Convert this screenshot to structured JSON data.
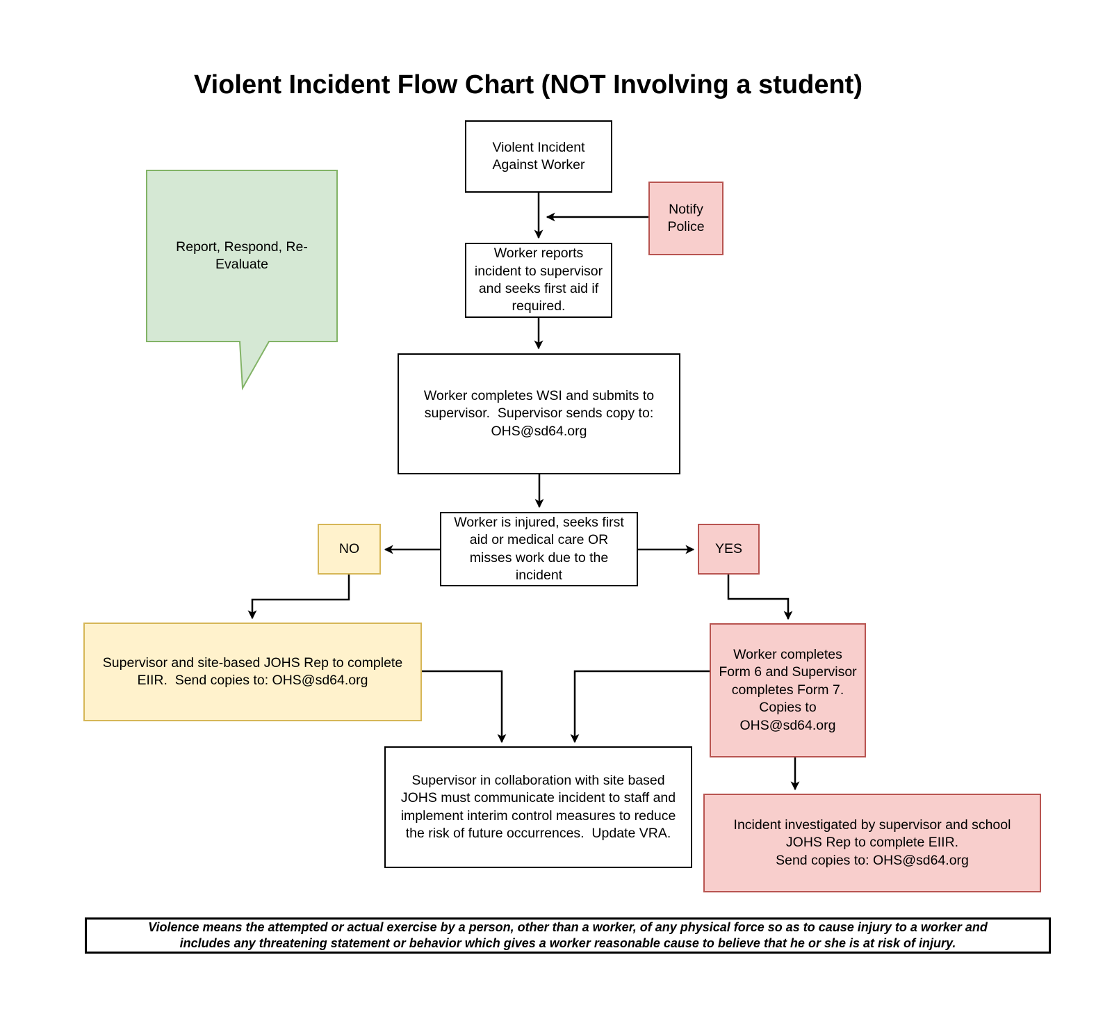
{
  "title": "Violent Incident Flow Chart (NOT Involving a student)",
  "bubble": {
    "label": "Report, Respond, Re-\nEvaluate"
  },
  "nodes": {
    "incident": "Violent Incident\nAgainst Worker",
    "notify_police": "Notify\nPolice",
    "worker_reports": "Worker reports\nincident to supervisor\nand seeks first aid if\nrequired.",
    "wsi": "Worker completes WSI and submits to\nsupervisor.  Supervisor sends copy to:\nOHS@sd64.org",
    "decision": "Worker is injured, seeks first\naid or medical care OR\nmisses work due to the\nincident",
    "no_label": "NO",
    "yes_label": "YES",
    "eiir": "Supervisor and site-based JOHS Rep to complete\nEIIR.  Send copies to: OHS@sd64.org",
    "forms": "Worker completes\nForm 6 and Supervisor\ncompletes Form 7.\nCopies to\nOHS@sd64.org",
    "communicate": "Supervisor in collaboration with site based\nJOHS must communicate incident to staff and\nimplement interim control measures to reduce\nthe risk of future occurrences.  Update VRA.",
    "investigate": "Incident investigated by supervisor and school\nJOHS Rep to complete EIIR.\nSend copies to: OHS@sd64.org"
  },
  "footnote": "Violence means the attempted or actual exercise by a person, other than a worker, of any physical force so as to cause injury to a worker and\nincludes any threatening statement or behavior which gives a worker reasonable cause to believe that he or she is at risk of injury.",
  "colors": {
    "bubble_fill": "#d5e8d4",
    "bubble_border": "#82b366",
    "pink_fill": "#f8cecc",
    "pink_border": "#b85450",
    "yellow_fill": "#fff2cc",
    "yellow_border": "#d6b656",
    "line": "#000000",
    "background": "#ffffff"
  }
}
